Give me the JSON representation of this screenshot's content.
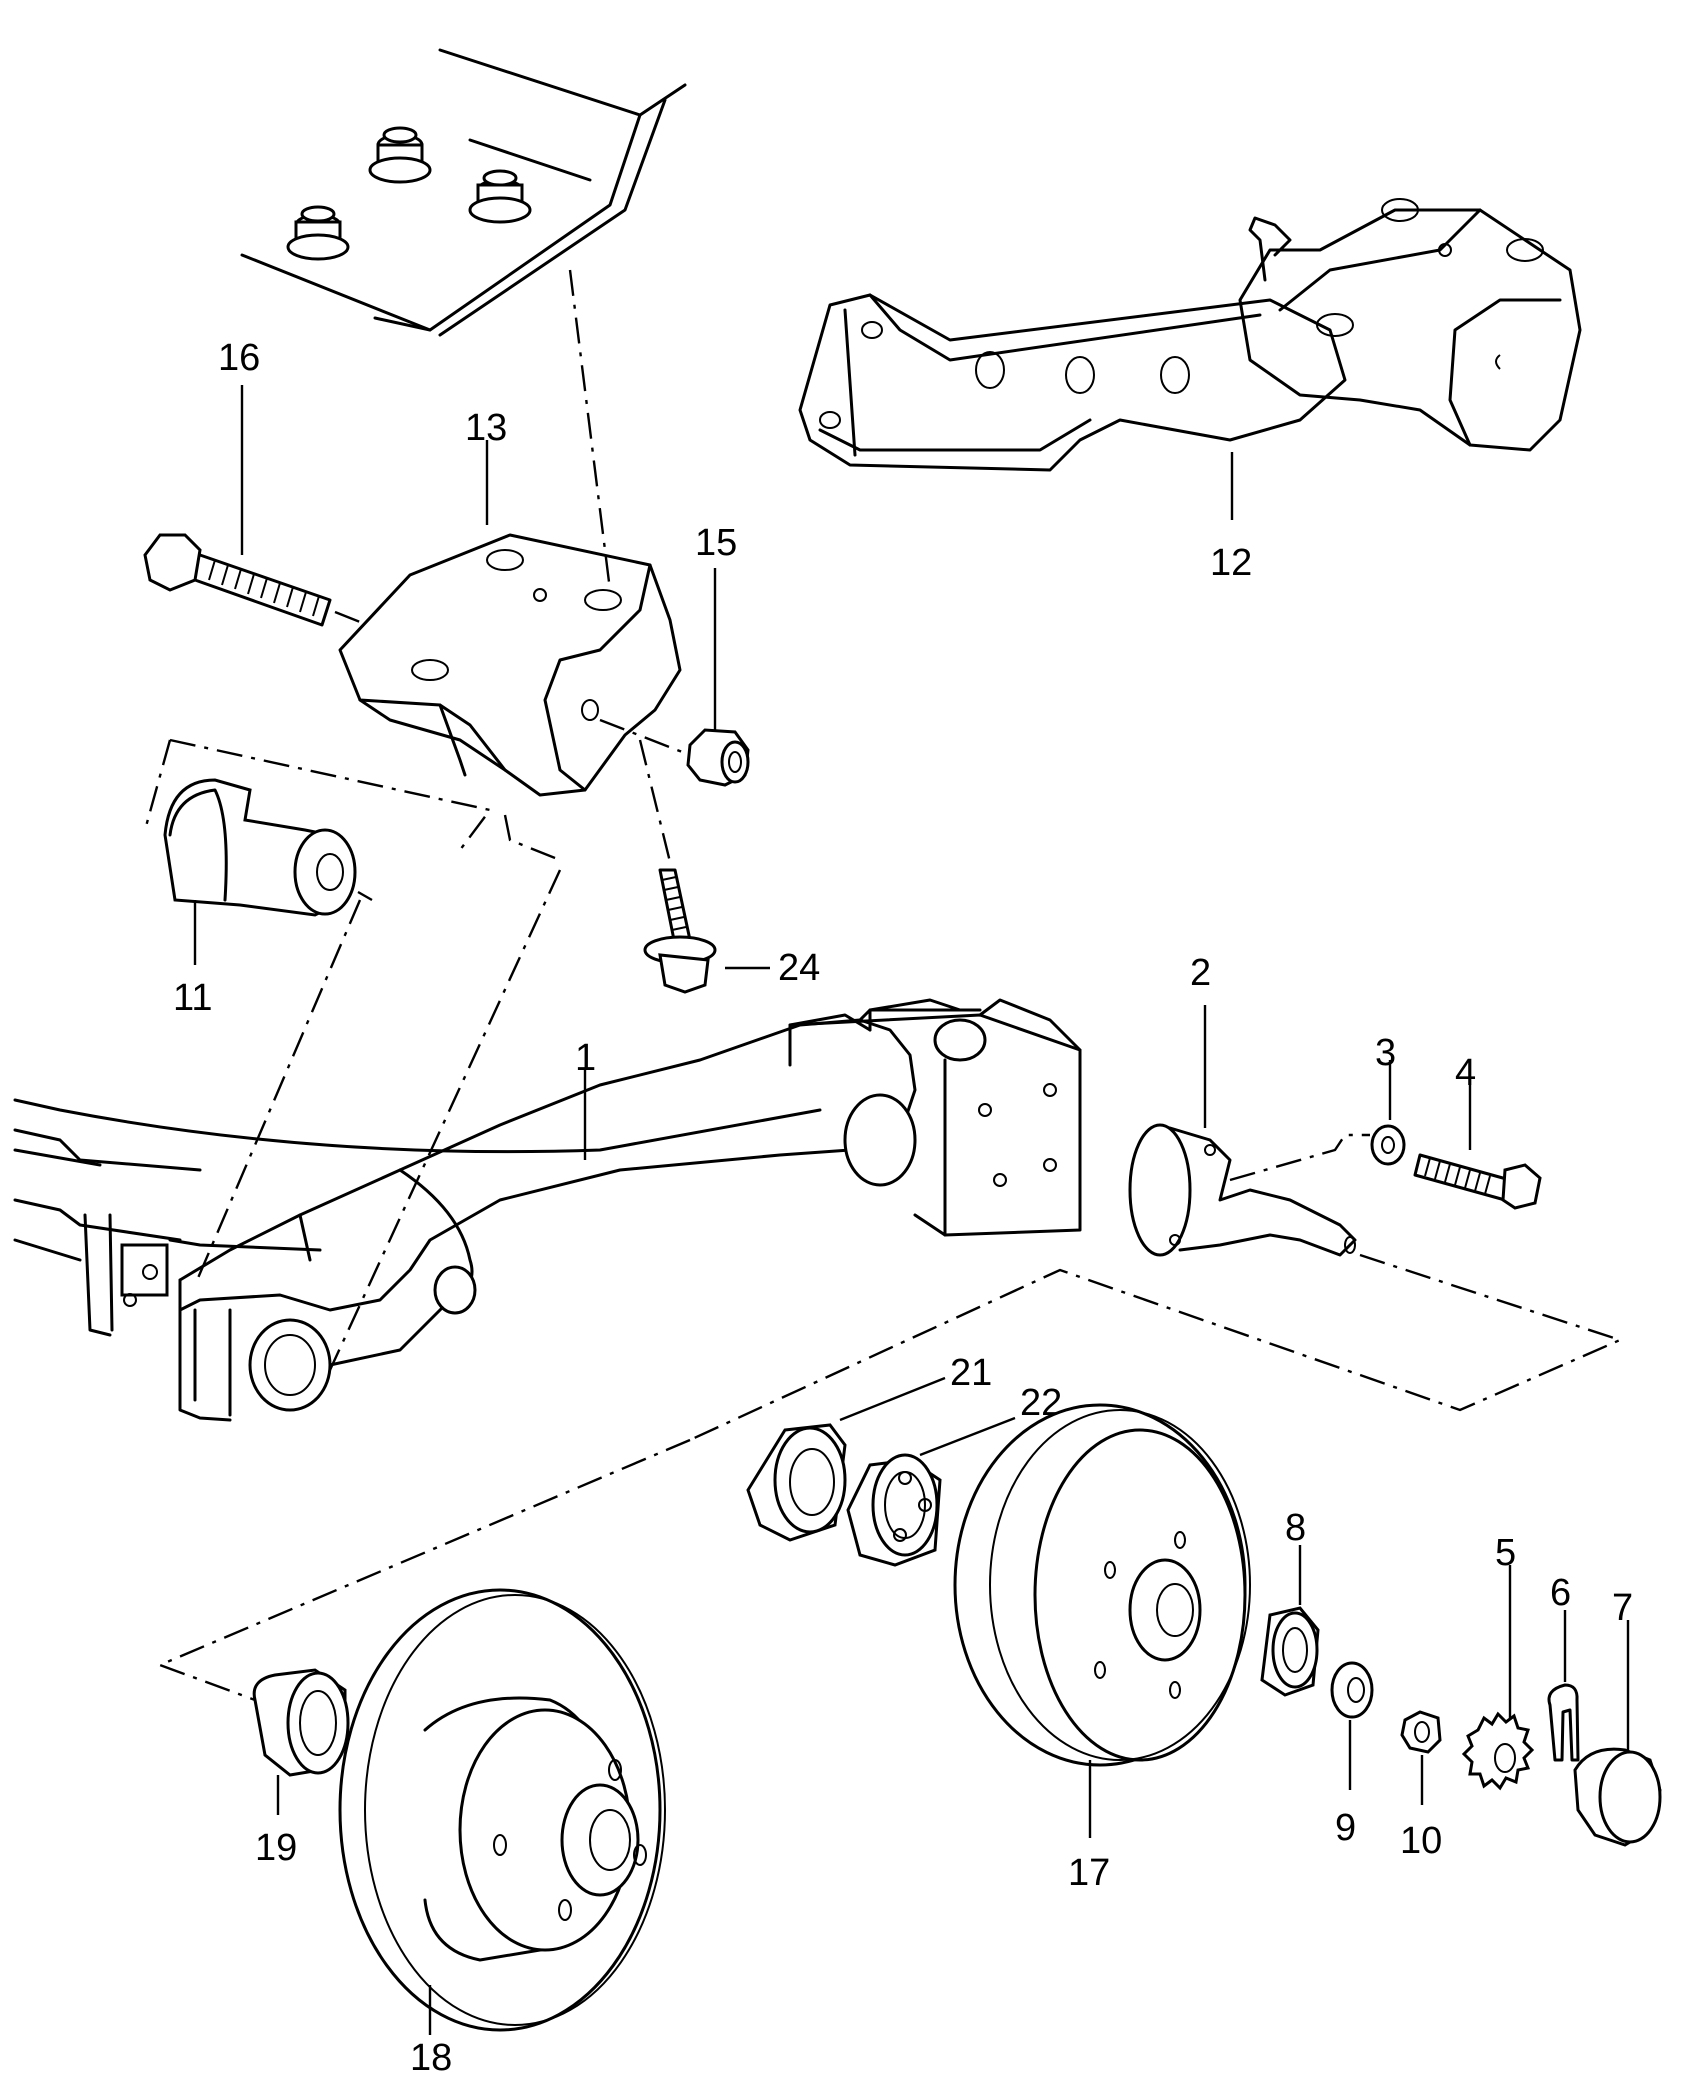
{
  "callouts": [
    {
      "id": "1",
      "label": "1"
    },
    {
      "id": "2",
      "label": "2"
    },
    {
      "id": "3",
      "label": "3"
    },
    {
      "id": "4",
      "label": "4"
    },
    {
      "id": "5",
      "label": "5"
    },
    {
      "id": "6",
      "label": "6"
    },
    {
      "id": "7",
      "label": "7"
    },
    {
      "id": "8",
      "label": "8"
    },
    {
      "id": "9",
      "label": "9"
    },
    {
      "id": "10",
      "label": "10"
    },
    {
      "id": "11",
      "label": "11"
    },
    {
      "id": "12",
      "label": "12"
    },
    {
      "id": "13",
      "label": "13"
    },
    {
      "id": "15",
      "label": "15"
    },
    {
      "id": "16",
      "label": "16"
    },
    {
      "id": "17",
      "label": "17"
    },
    {
      "id": "18",
      "label": "18"
    },
    {
      "id": "19",
      "label": "19"
    },
    {
      "id": "21",
      "label": "21"
    },
    {
      "id": "22",
      "label": "22"
    },
    {
      "id": "24",
      "label": "24"
    }
  ]
}
